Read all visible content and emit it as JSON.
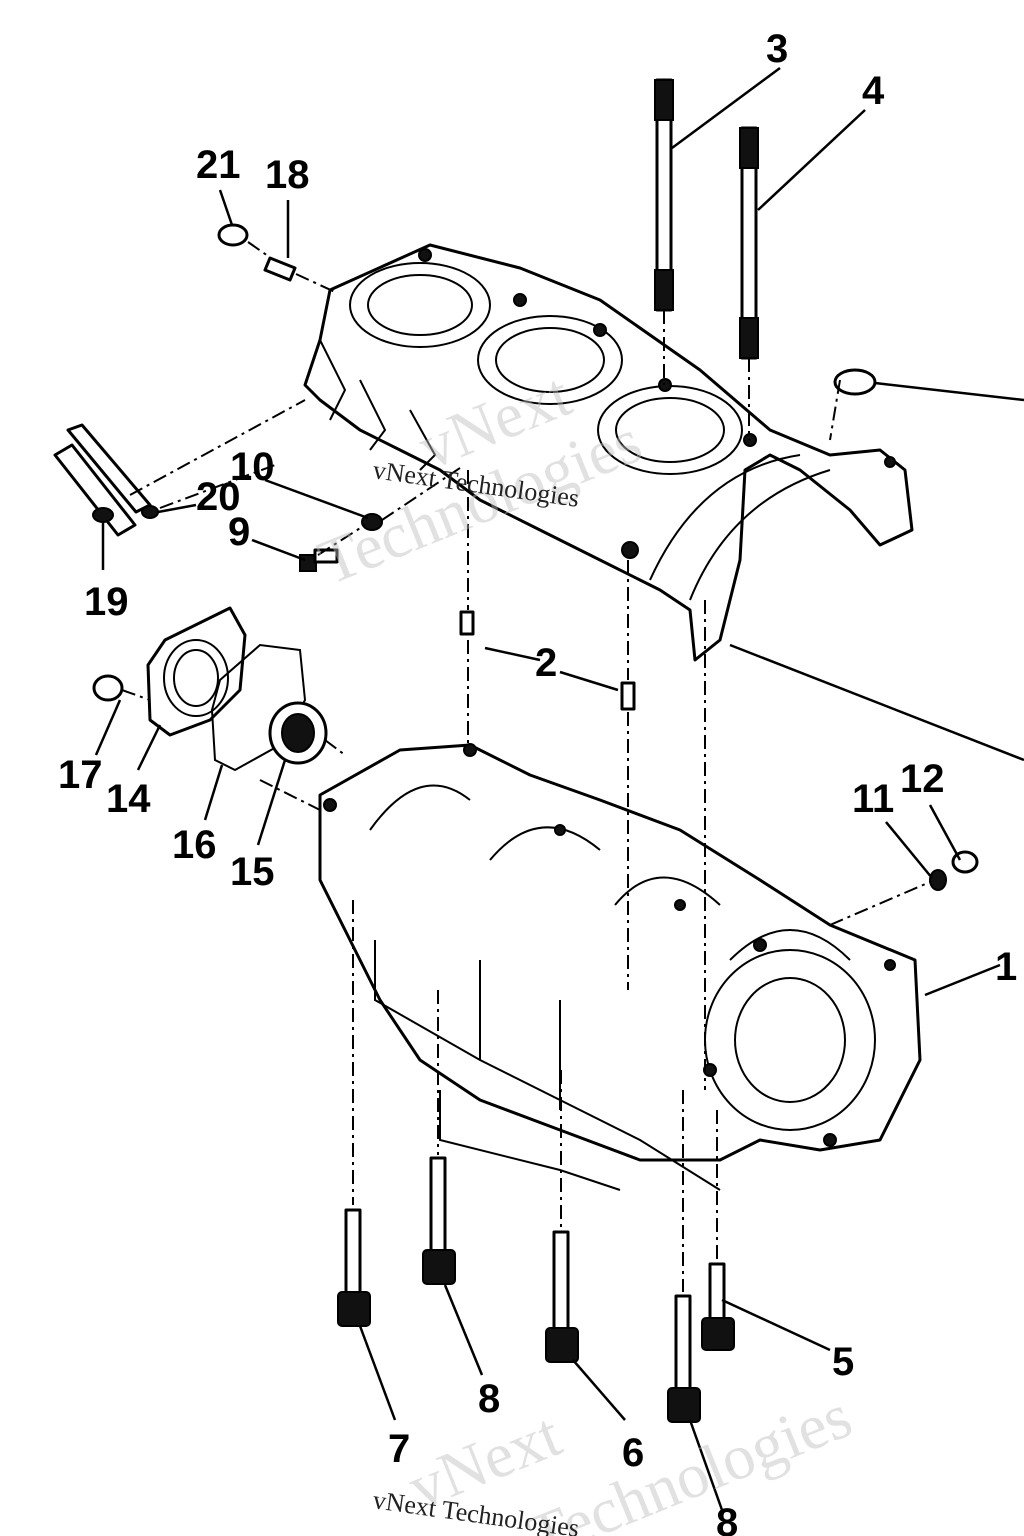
{
  "callouts": [
    {
      "id": "1",
      "text": "1"
    },
    {
      "id": "2",
      "text": "2"
    },
    {
      "id": "3",
      "text": "3"
    },
    {
      "id": "4",
      "text": "4"
    },
    {
      "id": "5",
      "text": "5"
    },
    {
      "id": "6",
      "text": "6"
    },
    {
      "id": "7",
      "text": "7"
    },
    {
      "id": "8a",
      "text": "8"
    },
    {
      "id": "8b",
      "text": "8"
    },
    {
      "id": "9",
      "text": "9"
    },
    {
      "id": "10",
      "text": "10"
    },
    {
      "id": "11",
      "text": "11"
    },
    {
      "id": "12",
      "text": "12"
    },
    {
      "id": "14",
      "text": "14"
    },
    {
      "id": "15",
      "text": "15"
    },
    {
      "id": "16",
      "text": "16"
    },
    {
      "id": "17",
      "text": "17"
    },
    {
      "id": "18",
      "text": "18"
    },
    {
      "id": "19",
      "text": "19"
    },
    {
      "id": "20",
      "text": "20"
    },
    {
      "id": "21",
      "text": "21"
    }
  ],
  "watermark": {
    "brand": "vNext",
    "word": "Technologies",
    "full": "vNext Technologies"
  }
}
